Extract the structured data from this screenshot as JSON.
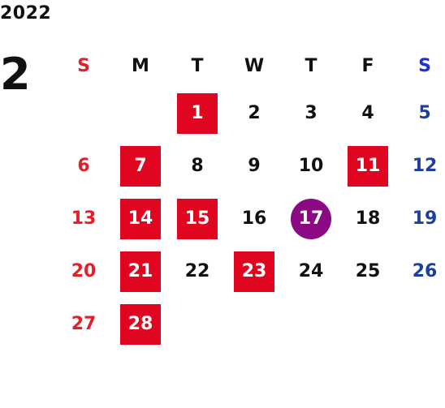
{
  "year": "2022",
  "month": "2",
  "colors": {
    "holiday_bg": "#e0061f",
    "today_bg": "#8b0a84",
    "sunday": "#e0202a",
    "saturday": "#1f3f9e",
    "saturday_header": "#1e2fd6"
  },
  "weekdays": [
    "S",
    "M",
    "T",
    "W",
    "T",
    "F",
    "S"
  ],
  "weeks": [
    [
      {
        "day": "",
        "type": "sun"
      },
      {
        "day": "",
        "type": "normal"
      },
      {
        "day": "1",
        "type": "holiday"
      },
      {
        "day": "2",
        "type": "normal"
      },
      {
        "day": "3",
        "type": "normal"
      },
      {
        "day": "4",
        "type": "normal"
      },
      {
        "day": "5",
        "type": "sat"
      }
    ],
    [
      {
        "day": "6",
        "type": "sun"
      },
      {
        "day": "7",
        "type": "holiday"
      },
      {
        "day": "8",
        "type": "normal"
      },
      {
        "day": "9",
        "type": "normal"
      },
      {
        "day": "10",
        "type": "normal"
      },
      {
        "day": "11",
        "type": "holiday"
      },
      {
        "day": "12",
        "type": "sat"
      }
    ],
    [
      {
        "day": "13",
        "type": "sun"
      },
      {
        "day": "14",
        "type": "holiday"
      },
      {
        "day": "15",
        "type": "holiday"
      },
      {
        "day": "16",
        "type": "normal"
      },
      {
        "day": "17",
        "type": "today"
      },
      {
        "day": "18",
        "type": "normal"
      },
      {
        "day": "19",
        "type": "sat"
      }
    ],
    [
      {
        "day": "20",
        "type": "sun"
      },
      {
        "day": "21",
        "type": "holiday"
      },
      {
        "day": "22",
        "type": "normal"
      },
      {
        "day": "23",
        "type": "holiday"
      },
      {
        "day": "24",
        "type": "normal"
      },
      {
        "day": "25",
        "type": "normal"
      },
      {
        "day": "26",
        "type": "sat"
      }
    ],
    [
      {
        "day": "27",
        "type": "sun"
      },
      {
        "day": "28",
        "type": "holiday"
      },
      {
        "day": "",
        "type": "normal"
      },
      {
        "day": "",
        "type": "normal"
      },
      {
        "day": "",
        "type": "normal"
      },
      {
        "day": "",
        "type": "normal"
      },
      {
        "day": "",
        "type": "sat"
      }
    ]
  ]
}
